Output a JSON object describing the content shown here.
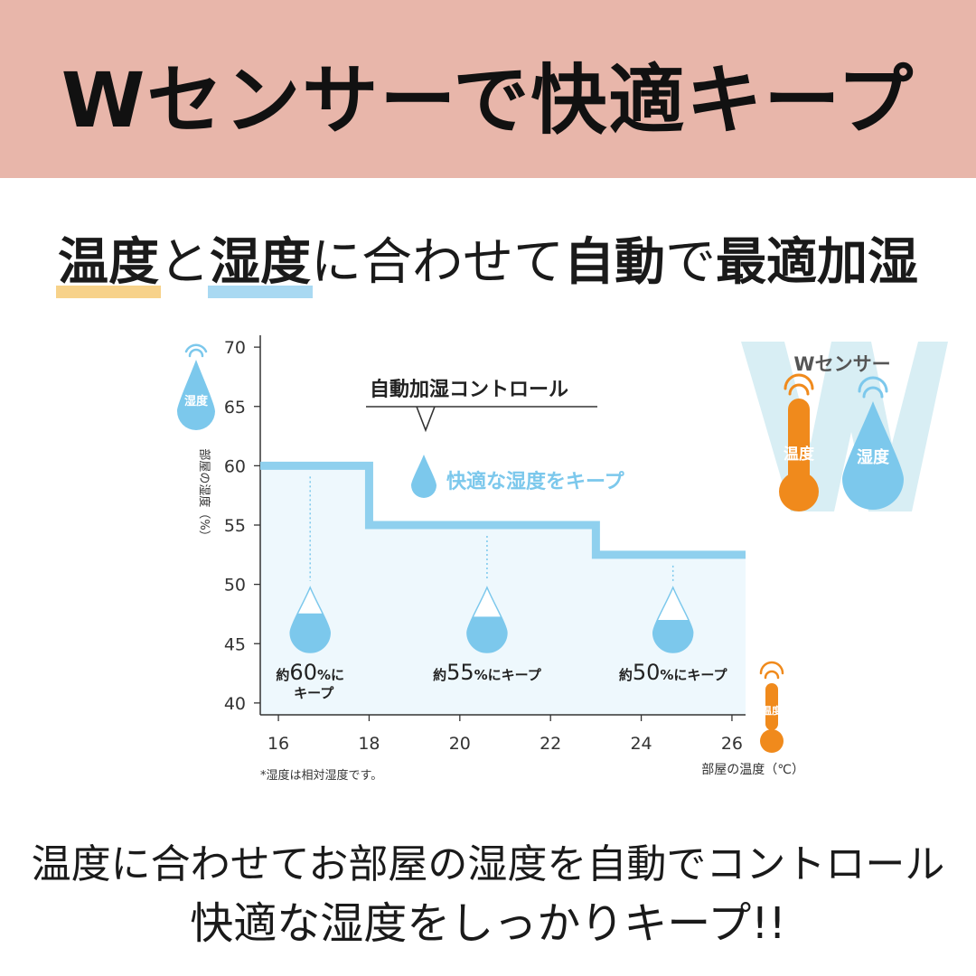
{
  "colors": {
    "banner_bg": "#e8b6aa",
    "humidity_blue": "#7cc8ec",
    "humidity_line": "#8fd0ee",
    "area_fill": "#eef8fd",
    "temperature_orange": "#f08a1c",
    "temp_highlight": "#f7d28a",
    "hum_highlight": "#a9d9f2",
    "sensor_panel_bg": "#d8eef4"
  },
  "banner": {
    "title": "Wセンサーで快適キープ"
  },
  "subtitle": {
    "part1": "温度",
    "part2": "と",
    "part3": "湿度",
    "part4": "に合わせて",
    "part5": "自動",
    "part6": "で",
    "part7": "最適加湿"
  },
  "chart_data": {
    "type": "line",
    "ylabel": "部屋の湿度（%）",
    "xlabel": "部屋の温度（℃）",
    "xticks": [
      16,
      18,
      20,
      22,
      24,
      26
    ],
    "yticks": [
      40,
      45,
      50,
      55,
      60,
      65,
      70
    ],
    "xlim": [
      15.6,
      26.3
    ],
    "ylim": [
      39,
      71
    ],
    "series": [
      {
        "x": [
          15.6,
          18,
          18,
          23,
          23,
          26.3
        ],
        "y": [
          60,
          60,
          55,
          55,
          52.5,
          52.5
        ]
      }
    ],
    "callout_title": "自動加湿コントロール",
    "callout_text": "快適な湿度をキープ",
    "humidity_icon_label": "湿度",
    "temperature_icon_label": "温度",
    "footnote": "*湿度は相対湿度です。",
    "sensor_panel": {
      "title": "Wセンサー",
      "temp_label": "温度",
      "hum_label": "湿度"
    },
    "annotations": [
      {
        "x": 16.7,
        "fill": 0.6,
        "prefix": "約",
        "value": "60",
        "suffix": "%に",
        "line2": "キープ"
      },
      {
        "x": 20.6,
        "fill": 0.55,
        "prefix": "約",
        "value": "55",
        "suffix": "%にキープ",
        "line2": ""
      },
      {
        "x": 24.7,
        "fill": 0.5,
        "prefix": "約",
        "value": "50",
        "suffix": "%にキープ",
        "line2": ""
      }
    ]
  },
  "footer": {
    "line1": "温度に合わせてお部屋の湿度を自動でコントロール",
    "line2": "快適な湿度をしっかりキープ!!"
  }
}
